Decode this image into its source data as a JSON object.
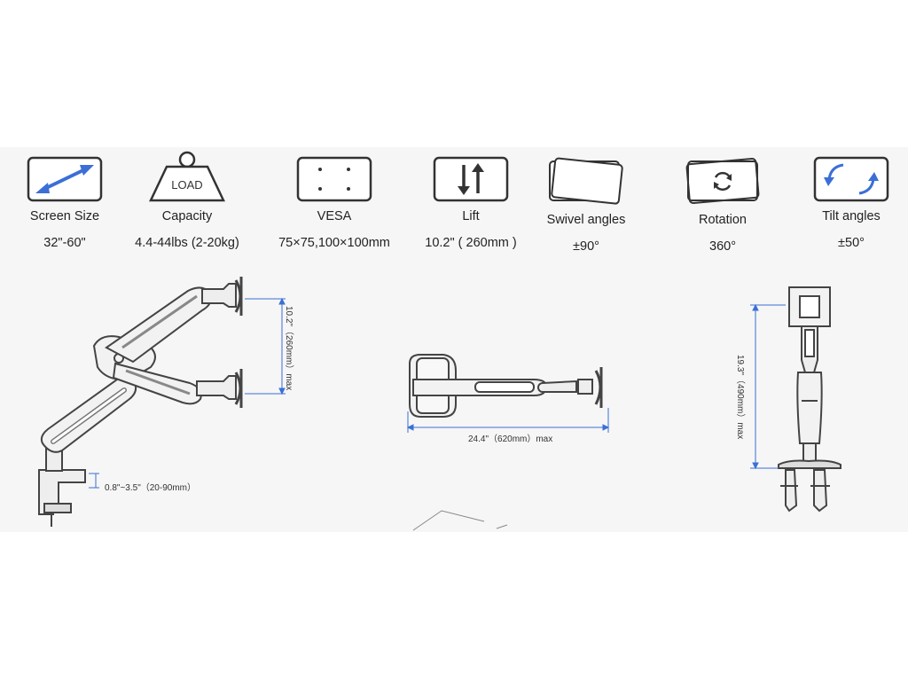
{
  "specs": [
    {
      "label": "Screen Size",
      "value": "32\"-60\"",
      "icon": "diagonal-arrow-icon"
    },
    {
      "label": "Capacity",
      "value": "4.4-44lbs (2-20kg)",
      "icon": "weight-icon",
      "icon_text": "LOAD"
    },
    {
      "label": "VESA",
      "value": "75×75,100×100mm",
      "icon": "vesa-plate-icon"
    },
    {
      "label": "Lift",
      "value": "10.2\" ( 260mm )",
      "icon": "lift-arrows-icon"
    },
    {
      "label": "Swivel angles",
      "value": "±90°",
      "icon": "swivel-icon"
    },
    {
      "label": "Rotation",
      "value": "360°",
      "icon": "rotation-icon"
    },
    {
      "label": "Tilt angles",
      "value": "±50°",
      "icon": "tilt-icon"
    }
  ],
  "dimensions": {
    "lift_range": "10.2\"（260mm）max",
    "clamp_range": "0.8\"~3.5\"（20-90mm）",
    "extension": "24.4\"（620mm）max",
    "height": "19.3\"（490mm）max"
  },
  "colors": {
    "accent": "#3b6fd6",
    "icon_stroke": "#333333",
    "panel": "#f6f6f6"
  }
}
